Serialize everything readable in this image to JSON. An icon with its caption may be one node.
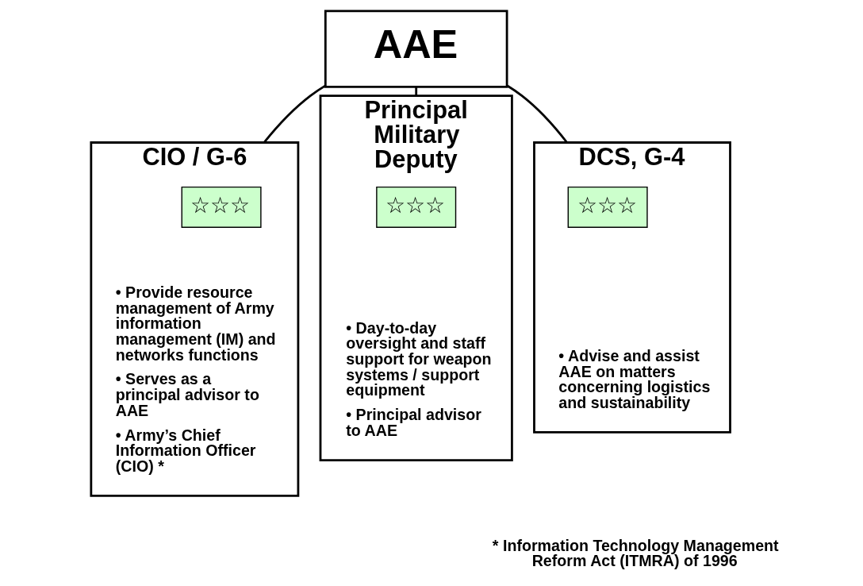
{
  "diagram": {
    "nodes": [
      {
        "text": [
          "AAE"
        ]
      },
      {
        "text": [
          "CIO / G-6",
          "• Provide resource management of Army information management (IM) and networks functions",
          "• Serves as a principal advisor to AAE",
          "• Army’s Chief Information Officer (CIO) *"
        ]
      },
      {
        "text": [
          "☆☆☆"
        ],
        "in": 1
      },
      {
        "text": [
          "Principal Military Deputy",
          "• Day-to-day oversight and staff support for weapon systems / support equipment",
          "• Principal advisor to AAE"
        ]
      },
      {
        "text": [
          "☆☆☆"
        ],
        "in": 3
      },
      {
        "text": [
          "DCS, G-4",
          "• Advise and assist AAE on matters concerning logistics and sustainability"
        ]
      },
      {
        "text": [
          "☆☆☆"
        ],
        "in": 5
      }
    ],
    "edges": [
      {
        "from": 0,
        "to": 1,
        "arrow": "none"
      },
      {
        "from": 0,
        "to": 3,
        "arrow": "none"
      },
      {
        "from": 0,
        "to": 5,
        "arrow": "none"
      }
    ],
    "labels": [
      "* Information Technology Management Reform Act (ITMRA) of 1996"
    ]
  }
}
